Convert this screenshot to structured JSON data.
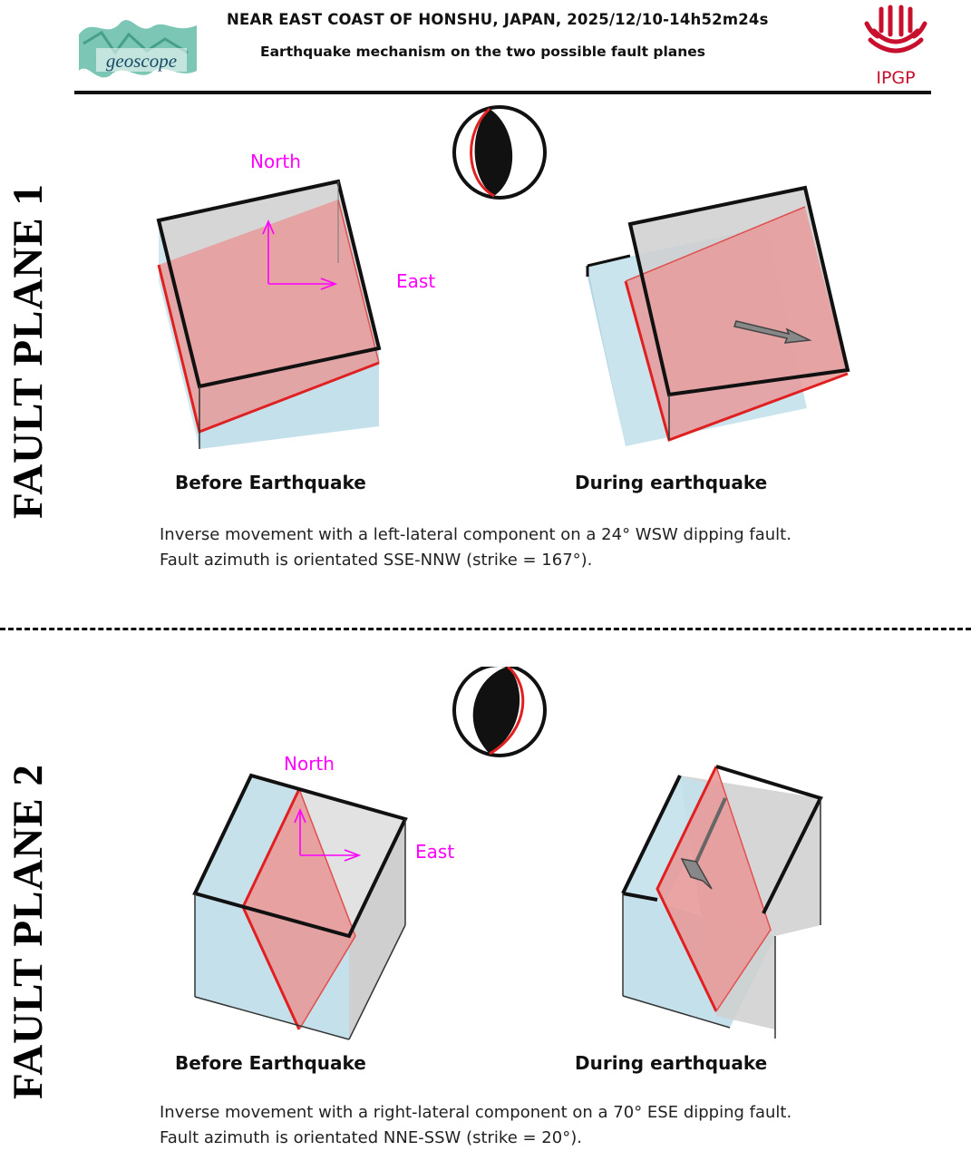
{
  "header": {
    "title": "NEAR EAST COAST OF HONSHU, JAPAN, 2025/12/10-14h52m24s",
    "subtitle": "Earthquake mechanism on the two possible fault planes",
    "left_logo_text": "geoscope",
    "right_logo_text": "IPGP"
  },
  "colors": {
    "fault_plane": "#e89a9a",
    "block_blue": "#c4e1eb",
    "block_gray": "#cfcfcf",
    "edge_red": "#e02020",
    "direction": "#ff00ff"
  },
  "panels": [
    {
      "side_label": "FAULT PLANE 1",
      "north_label": "North",
      "east_label": "East",
      "before_caption": "Before Earthquake",
      "during_caption": "During earthquake",
      "description_line1": "Inverse movement with a left-lateral component on a 24° WSW dipping fault.",
      "description_line2": "Fault azimuth is orientated SSE-NNW (strike = 167°)."
    },
    {
      "side_label": "FAULT PLANE 2",
      "north_label": "North",
      "east_label": "East",
      "before_caption": "Before Earthquake",
      "during_caption": "During earthquake",
      "description_line1": "Inverse movement with a right-lateral component on a 70° ESE dipping fault.",
      "description_line2": "Fault azimuth is orientated NNE-SSW (strike = 20°)."
    }
  ]
}
